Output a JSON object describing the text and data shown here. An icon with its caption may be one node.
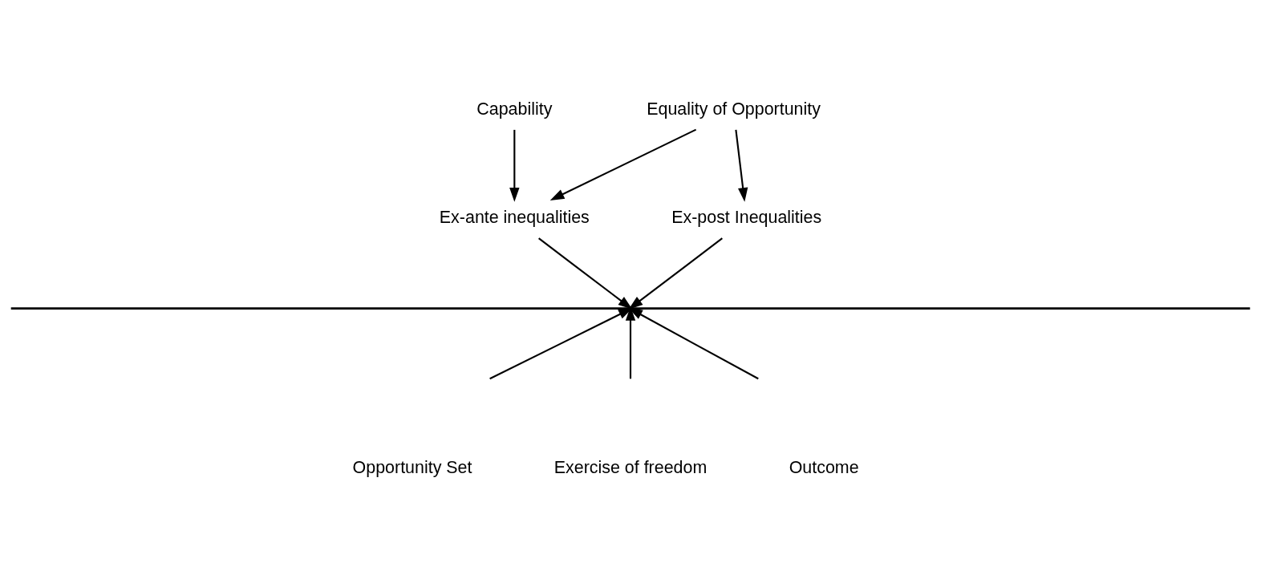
{
  "diagram": {
    "nodes": [
      {
        "text": [
          "Capability"
        ]
      },
      {
        "text": [
          "Equality of Opportunity"
        ]
      },
      {
        "text": [
          "Ex-ante inequalities"
        ]
      },
      {
        "text": [
          "Ex-post Inequalities"
        ]
      },
      {
        "text": [],
        "shape": "bar"
      }
    ],
    "edges": [
      {
        "from": 0,
        "to": 2,
        "arrow": "to"
      },
      {
        "from": 1,
        "to": 2,
        "arrow": "to"
      },
      {
        "from": 1,
        "to": 3,
        "arrow": "to"
      },
      {
        "from": 2,
        "to": 4,
        "arrow": "to"
      },
      {
        "from": 3,
        "to": 4,
        "arrow": "to"
      },
      {
        "from": null,
        "to": 4,
        "arrow": "to"
      },
      {
        "from": null,
        "to": 4,
        "arrow": "to"
      },
      {
        "from": null,
        "to": 4,
        "arrow": "to"
      }
    ],
    "labels": [
      "Opportunity Set",
      "Exercise of freedom",
      "Outcome"
    ]
  }
}
